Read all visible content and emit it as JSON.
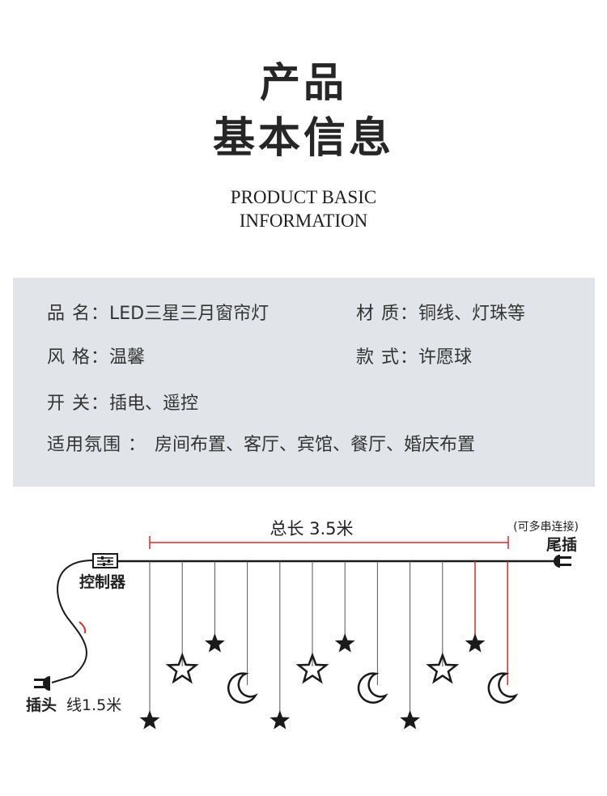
{
  "title": {
    "cn_line1": "产品",
    "cn_line2": "基本信息",
    "en_line1": "PRODUCT BASIC",
    "en_line2": "INFORMATION"
  },
  "info": {
    "name_label": "品 名：",
    "name_value": "LED三星三月窗帘灯",
    "material_label": "材 质：",
    "material_value": "铜线、灯珠等",
    "style_label": "风 格：",
    "style_value": "温馨",
    "type_label": "款 式：",
    "type_value": "许愿球",
    "switch_label": "开 关：",
    "switch_value": "插电、遥控",
    "scene_label": "适用氛围 ：",
    "scene_value": "房间布置、客厅、宾馆、餐厅、婚庆布置"
  },
  "diagram": {
    "total_length": "总长 3.5米",
    "chainable_note": "(可多串连接)",
    "tail_plug": "尾插",
    "controller": "控制器",
    "plug": "插头",
    "cable_length": "线1.5米",
    "accent_color": "#d92b2b",
    "line_color": "#1a1a1a",
    "drops": [
      {
        "shape": "star-filled",
        "drop": 195
      },
      {
        "shape": "star-outline",
        "drop": 130
      },
      {
        "shape": "star-filled",
        "drop": 100
      },
      {
        "shape": "moon",
        "drop": 153
      },
      {
        "shape": "star-filled",
        "drop": 195
      },
      {
        "shape": "star-outline",
        "drop": 130
      },
      {
        "shape": "star-filled",
        "drop": 100
      },
      {
        "shape": "moon",
        "drop": 153
      },
      {
        "shape": "star-filled",
        "drop": 195
      },
      {
        "shape": "star-outline",
        "drop": 130
      },
      {
        "shape": "star-filled",
        "drop": 100
      },
      {
        "shape": "moon",
        "drop": 153
      }
    ]
  }
}
